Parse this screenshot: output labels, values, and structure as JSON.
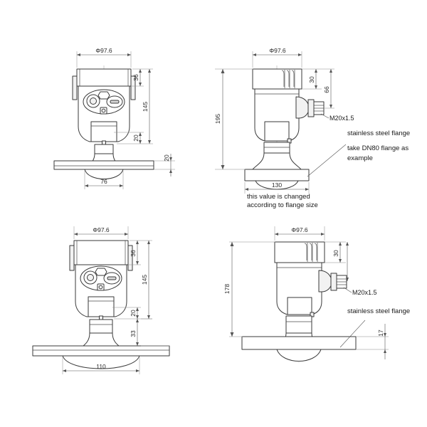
{
  "document": {
    "title": "Radar Level Meter Dimensional Drawing",
    "background_color": "#ffffff",
    "line_color": "#3a3a3a",
    "dim_color": "#555555",
    "text_color": "#1a1a1a"
  },
  "views": [
    {
      "id": "top-left",
      "name": "horn-antenna-front-view-small-flange",
      "dimensions": {
        "diameter_top": "Φ97.6",
        "cap_height": "36",
        "body_height": "145",
        "neck_height": "20",
        "flange_thickness": "20",
        "horn_diameter": "76"
      }
    },
    {
      "id": "top-right",
      "name": "horn-antenna-side-view-dn80-flange",
      "dimensions": {
        "diameter_top": "Φ97.6",
        "overall_height": "195",
        "cap_height": "30",
        "cable_entry_height": "66",
        "flange_diameter": "130"
      },
      "labels": {
        "thread": "M20x1.5",
        "flange_note_line1": "stainless steel flange",
        "flange_note_line2": "take DN80 flange as",
        "flange_note_line3": "example",
        "flange_size_note_line1": "this value is changed",
        "flange_size_note_line2": "according to flange size"
      }
    },
    {
      "id": "bottom-left",
      "name": "horn-antenna-front-view-large-flange",
      "dimensions": {
        "diameter_top": "Φ97.6",
        "cap_height": "36",
        "body_height": "145",
        "neck_height": "20",
        "horn_height": "33",
        "horn_diameter": "110"
      }
    },
    {
      "id": "bottom-right",
      "name": "horn-antenna-side-view-large-flange",
      "dimensions": {
        "diameter_top": "Φ97.6",
        "overall_height": "178",
        "cap_height": "30",
        "flange_thickness": "17"
      },
      "labels": {
        "thread": "M20x1.5",
        "flange_note": "stainless steel flange"
      }
    }
  ]
}
